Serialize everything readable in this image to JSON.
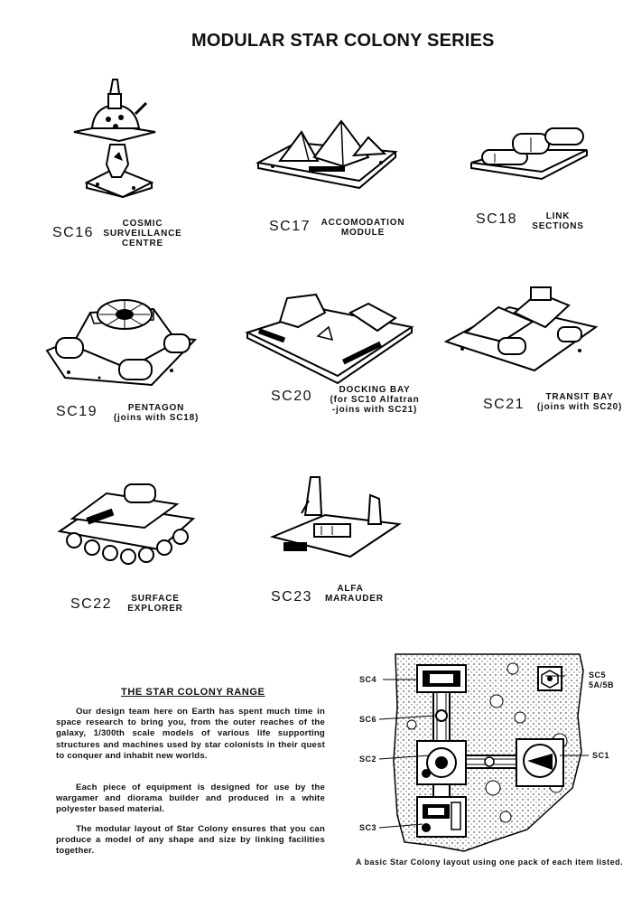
{
  "title": "MODULAR STAR COLONY SERIES",
  "products": [
    {
      "code": "SC16",
      "name": "COSMIC\nSURVEILLANCE\nCENTRE",
      "icon": "surveillance-tower"
    },
    {
      "code": "SC17",
      "name": "ACCOMODATION\nMODULE",
      "icon": "accommodation-module"
    },
    {
      "code": "SC18",
      "name": "LINK\nSECTIONS",
      "icon": "link-sections"
    },
    {
      "code": "SC19",
      "name": "PENTAGON\n(joins with SC18)",
      "icon": "pentagon-dome"
    },
    {
      "code": "SC20",
      "name": "DOCKING BAY\n(for SC10 Alfatran\n-joins with SC21)",
      "icon": "docking-bay"
    },
    {
      "code": "SC21",
      "name": "TRANSIT BAY\n(joins with SC20)",
      "icon": "transit-bay"
    },
    {
      "code": "SC22",
      "name": "SURFACE\nEXPLORER",
      "icon": "tracked-vehicle"
    },
    {
      "code": "SC23",
      "name": "ALFA\nMARAUDER",
      "icon": "marauder-craft"
    }
  ],
  "range": {
    "heading": "THE STAR COLONY RANGE",
    "paragraphs": [
      "Our design team here on Earth has spent much time in space research to bring you, from the outer reaches of the galaxy, 1/300th scale models of various life supporting structures and machines used by star colonists in their quest to conquer and inhabit new worlds.",
      "Each piece of equipment is designed for use by the wargamer and diorama builder and produced in a white polyester based material.",
      "The modular layout of Star Colony ensures that you can produce a model of any shape and size by linking facilities together."
    ]
  },
  "layout_diagram": {
    "labels": {
      "sc4": "SC4",
      "sc5": "SC5\n5A/5B",
      "sc6": "SC6",
      "sc2": "SC2",
      "sc1": "SC1",
      "sc3": "SC3"
    },
    "caption": "A basic Star Colony layout using one pack of each item listed."
  }
}
